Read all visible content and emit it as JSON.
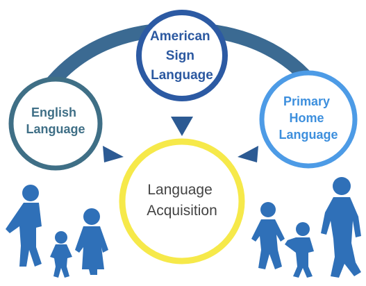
{
  "diagram": {
    "nodes": {
      "asl": {
        "lines": [
          "American",
          "Sign",
          "Language"
        ]
      },
      "english": {
        "lines": [
          "English",
          "Language"
        ]
      },
      "home": {
        "lines": [
          "Primary",
          "Home",
          "Language"
        ]
      },
      "center": {
        "lines": [
          "Language",
          "Acquisition"
        ]
      }
    },
    "colors": {
      "asl_ring": "#2c5aa3",
      "asl_text": "#2b58a0",
      "english_ring": "#3f6f86",
      "english_text": "#3f6f86",
      "home_ring": "#4d9be6",
      "home_text": "#3d8fdd",
      "center_ring": "#f6e94a",
      "center_text": "#434343",
      "arc": "#3b6a92",
      "arrow": "#2c5a93",
      "figures": "#2f70b8"
    }
  }
}
